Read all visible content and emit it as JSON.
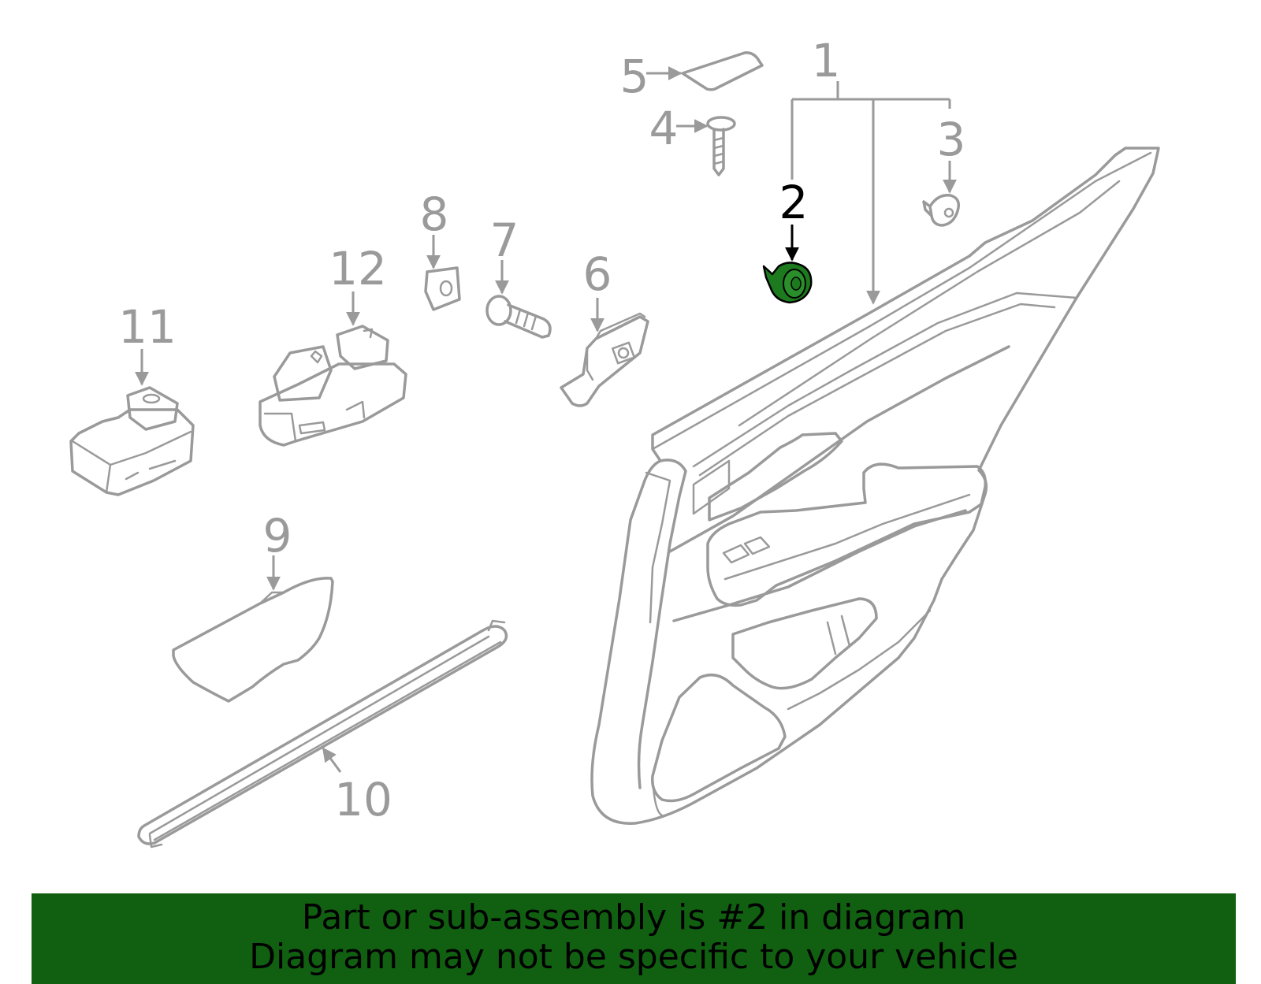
{
  "callouts": {
    "c1": "1",
    "c2": "2",
    "c3": "3",
    "c4": "4",
    "c5": "5",
    "c6": "6",
    "c7": "7",
    "c8": "8",
    "c9": "9",
    "c10": "10",
    "c11": "11",
    "c12": "12"
  },
  "highlighted_part": "2",
  "colors": {
    "line_art": "#9a9a9a",
    "highlight_part": "#1e7a1e",
    "banner_background": "#116011",
    "text": "#000000"
  },
  "banner": {
    "line1": "Part or sub-assembly is #2 in diagram",
    "line2": "Diagram may not be specific to your vehicle"
  }
}
